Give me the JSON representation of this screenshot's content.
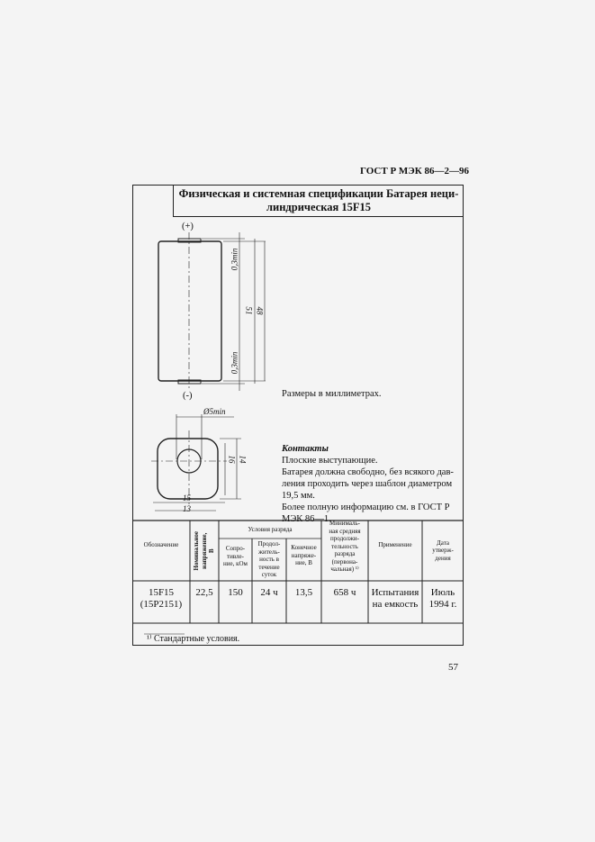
{
  "header": {
    "standard": "ГОСТ Р МЭК 86—2—96"
  },
  "title": "Физическая и системная спецификации Батарея неци-линдрическая 15F15",
  "drawing": {
    "plus_label": "(+)",
    "minus_label": "(-)",
    "dim_top": "0,3min",
    "dim_bottom": "0,3min",
    "dim_51": "51",
    "dim_48": "48",
    "dim_hole": "Ø5min",
    "dim_16": "16",
    "dim_14": "14",
    "dim_15": "15",
    "dim_13": "13"
  },
  "notes": {
    "units": "Размеры в миллиметрах.",
    "contacts_heading": "Контакты",
    "lines": [
      "Плоские выступающие.",
      "Батарея должна свободно, без всякого дав-",
      "ления проходить через шаблон диаметром",
      "19,5 мм.",
      "Более полную информацию см. в ГОСТ Р",
      "МЭК 86—1."
    ]
  },
  "table": {
    "headers": {
      "designation": "Обозначение",
      "voltage": "Номинальное напряжение, В",
      "conditions": "Условия разряда",
      "resistance": "Сопро-тивле-ние, кОм",
      "duration": "Продол-житель-ность в течение суток",
      "end_voltage": "Конечное напряже-ние, В",
      "min_duration": "Минималь-ная средняя продолжи-тельность разряда (первона-чальная) ¹⁾",
      "application": "Применение",
      "approval": "Дата утверж-дения"
    },
    "row": {
      "designation": [
        "15F15",
        "(15P2151)"
      ],
      "voltage": "22,5",
      "resistance": "150",
      "duration": "24 ч",
      "end_voltage": "13,5",
      "min_duration": "658 ч",
      "application": [
        "Испытания",
        "на емкость"
      ],
      "approval": [
        "Июль",
        "1994 г."
      ]
    },
    "footnote": "¹⁾ Стандартные условия."
  },
  "page_number": "57"
}
